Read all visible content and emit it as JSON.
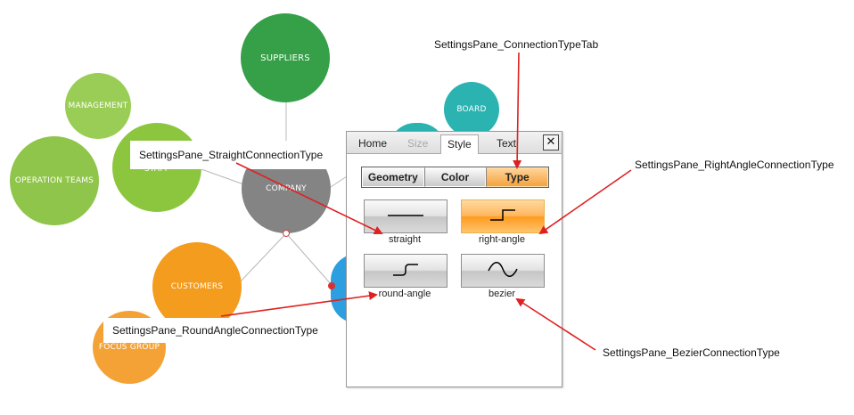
{
  "graph": {
    "nodes": [
      {
        "id": "suppliers",
        "label": "SUPPLIERS",
        "color": "#36a048"
      },
      {
        "id": "management",
        "label": "MANAGEMENT",
        "color": "#9acd55"
      },
      {
        "id": "staff",
        "label": "STAFF",
        "color": "#8cc63f"
      },
      {
        "id": "operation_teams",
        "label": "OPERATION TEAMS",
        "color": "#8fc54a"
      },
      {
        "id": "company",
        "label": "COMPANY",
        "color": "#848484"
      },
      {
        "id": "board",
        "label": "BOARD",
        "color": "#2bb3b1"
      },
      {
        "id": "customers",
        "label": "CUSTOMERS",
        "color": "#f39c1e"
      },
      {
        "id": "focus_group",
        "label": "FOCUS GROUP",
        "color": "#f4a136"
      }
    ]
  },
  "settings_pane": {
    "tabs": [
      {
        "label": "Home",
        "state": "normal"
      },
      {
        "label": "Size",
        "state": "disabled"
      },
      {
        "label": "Style",
        "state": "active"
      },
      {
        "label": "Text",
        "state": "normal"
      }
    ],
    "close_symbol": "✕",
    "segments": [
      {
        "label": "Geometry",
        "active": false
      },
      {
        "label": "Color",
        "active": false
      },
      {
        "label": "Type",
        "active": true
      }
    ],
    "connection_types": [
      {
        "label": "straight",
        "icon": "straight-line-icon",
        "selected": false
      },
      {
        "label": "right-angle",
        "icon": "right-angle-line-icon",
        "selected": true
      },
      {
        "label": "round-angle",
        "icon": "round-angle-line-icon",
        "selected": false
      },
      {
        "label": "bezier",
        "icon": "bezier-curve-icon",
        "selected": false
      }
    ]
  },
  "annotations": {
    "connection_type_tab": "SettingsPane_ConnectionTypeTab",
    "straight": "SettingsPane_StraightConnectionType",
    "right_angle": "SettingsPane_RightAngleConnectionType",
    "round_angle": "SettingsPane_RoundAngleConnectionType",
    "bezier": "SettingsPane_BezierConnectionType"
  },
  "colors": {
    "arrow": "#e02020",
    "selected_accent": "#ff9b1e"
  }
}
